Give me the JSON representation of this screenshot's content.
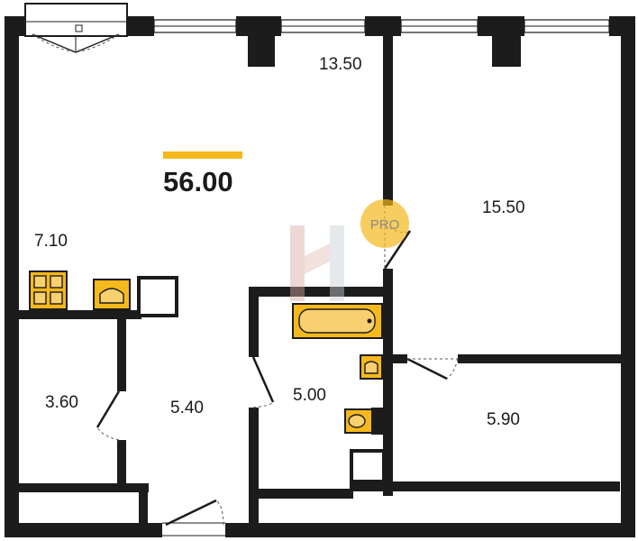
{
  "plan": {
    "total_area": "56.00",
    "accent_color": "#f5b81d",
    "wall_color": "#1c1c1c",
    "watermark_badge": "PRO",
    "rooms": {
      "kitchen_living": "13.50",
      "bedroom": "15.50",
      "kitchen_zone": "7.10",
      "storage": "3.60",
      "hallway": "5.40",
      "bathroom": "5.00",
      "loggia": "5.90"
    }
  }
}
